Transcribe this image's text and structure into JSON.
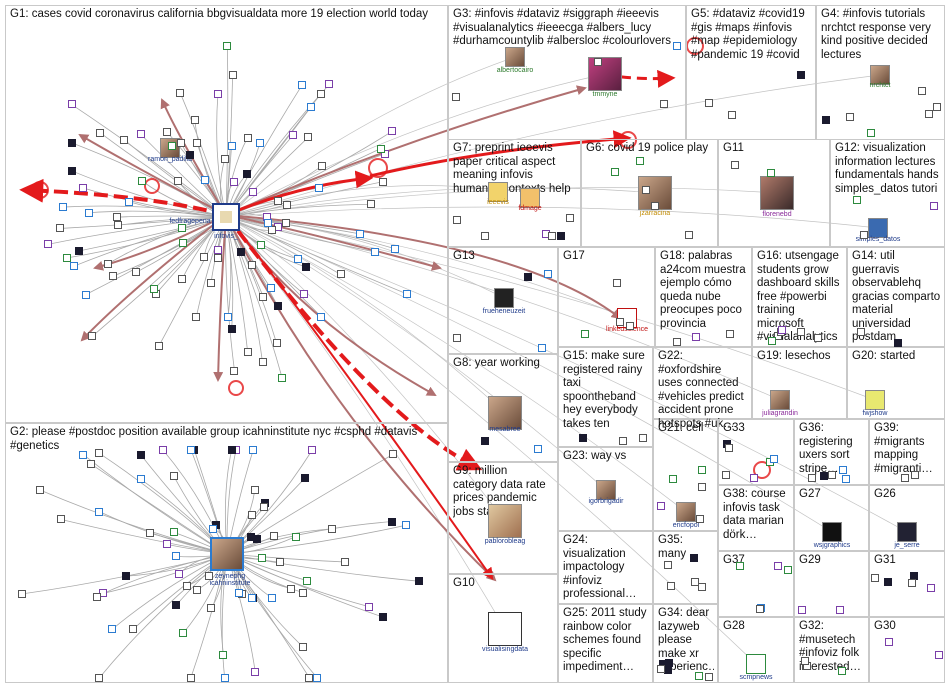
{
  "groups": [
    {
      "id": "G1",
      "label": "G1: cases covid coronavirus california bbgvisualdata more 19 election world today"
    },
    {
      "id": "G2",
      "label": "G2: please #postdoc position available group icahninstitute nyc #csphd #datavis #genetics"
    },
    {
      "id": "G3",
      "label": "G3: #infovis #dataviz #siggraph #ieeevis #visualanalytics #ieeecga #albers_lucy #durhamcountylib #albersloc #colourlovers"
    },
    {
      "id": "G4",
      "label": "G4: #infovis tutorials nrchtct response very kind positive decided lectures"
    },
    {
      "id": "G5",
      "label": "G5: #dataviz #covid19 #gis #maps #infovis #map #epidemiology #pandemic 19 #covid"
    },
    {
      "id": "G6",
      "label": "G6: covid 19 police play"
    },
    {
      "id": "G7",
      "label": "G7: preprint ieeevis paper critical aspect meaning infovis humanist contexts help"
    },
    {
      "id": "G8",
      "label": "G8: year working"
    },
    {
      "id": "G9",
      "label": "G9: million category data rate prices pandemic jobs states"
    },
    {
      "id": "G10",
      "label": "G10"
    },
    {
      "id": "G11",
      "label": "G11"
    },
    {
      "id": "G12",
      "label": "G12: visualization information lectures fundamentals hands simples_datos tutori"
    },
    {
      "id": "G13",
      "label": "G13"
    },
    {
      "id": "G14",
      "label": "G14: util guerravis observablehq gracias comparto material universidad postdam"
    },
    {
      "id": "G15",
      "label": "G15: make sure registered rainy taxi spoontheband hey everybody takes ten"
    },
    {
      "id": "G16",
      "label": "G16: utsengage students grow dashboard skills free #powerbi training microsoft #visualanalytics"
    },
    {
      "id": "G17",
      "label": "G17"
    },
    {
      "id": "G18",
      "label": "G18: palabras a24com muestra ejemplo cómo queda nube preocupes poco provincia"
    },
    {
      "id": "G19",
      "label": "G19: lesechos"
    },
    {
      "id": "G20",
      "label": "G20: started"
    },
    {
      "id": "G21",
      "label": "G21: cell"
    },
    {
      "id": "G22",
      "label": "G22: #oxfordshire uses connected #vehicles predict accident prone hotspots #uk…"
    },
    {
      "id": "G23",
      "label": "G23: way vs"
    },
    {
      "id": "G24",
      "label": "G24: visualization impactology #infoviz professional…"
    },
    {
      "id": "G25",
      "label": "G25: 2011 study rainbow color schemes found specific impediment…"
    },
    {
      "id": "G26",
      "label": "G26"
    },
    {
      "id": "G27",
      "label": "G27"
    },
    {
      "id": "G28",
      "label": "G28"
    },
    {
      "id": "G29",
      "label": "G29"
    },
    {
      "id": "G30",
      "label": "G30"
    },
    {
      "id": "G31",
      "label": "G31"
    },
    {
      "id": "G32",
      "label": "G32: #musetech #infoviz folk interested…"
    },
    {
      "id": "G33",
      "label": "G33"
    },
    {
      "id": "G34",
      "label": "G34: dear lazyweb please make xr experienc…"
    },
    {
      "id": "G35",
      "label": "G35: many"
    },
    {
      "id": "G36",
      "label": "G36: registering uxers sort stripe…"
    },
    {
      "id": "G37",
      "label": "G37"
    },
    {
      "id": "G38",
      "label": "G38: course infovis task data marian dörk…"
    },
    {
      "id": "G39",
      "label": "G39: #migrants mapping #migranti…"
    }
  ],
  "users": {
    "infovis": "infovis_",
    "fedfragepena": "fedfragepena",
    "ramon_padilla": "ramon_padilla",
    "zeynephg": "zeynephg",
    "icahninstitute": "icahninstitute",
    "albertocairo": "albertocairo",
    "tmmyne": "tmmyne",
    "nrchtct": "nrchtct",
    "ieeevis": "ieeevis",
    "fdmage": "fdmage",
    "jzarracina": "jzarracina",
    "florenebd": "florenebd",
    "simples_datos": "simples_datos",
    "frueheneuzeit": "frueheneuzeit",
    "linkedscience": "linkedscience",
    "mesabree": "mesabree",
    "pablorobleag": "pablorobleag",
    "visualisingdata": "visualisingdata",
    "juliagrandin": "juliagrandin",
    "fwjshow": "fwjshow",
    "igorbrigadir": "igorbrigadir",
    "ericfopol": "ericfopol",
    "wsjgraphics": "wsjgraphics",
    "je_serre": "je_serre",
    "scmpnews": "scmpnews"
  },
  "colors": {
    "edge_gray": "#9a9a9a",
    "edge_red": "#e31a1c",
    "edge_brown": "#b07070",
    "group_border": "#c9c9c9"
  }
}
